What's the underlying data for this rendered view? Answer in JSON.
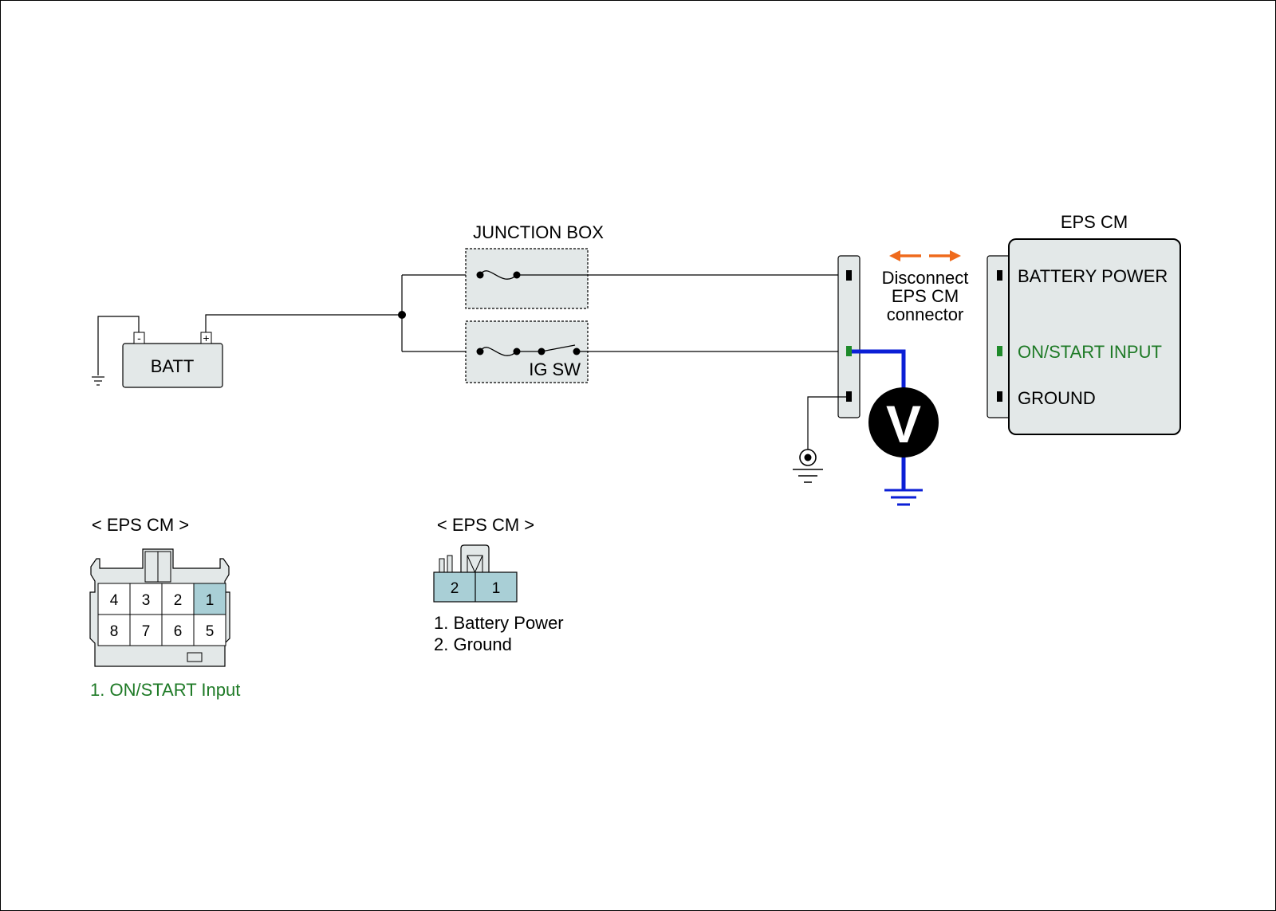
{
  "colors": {
    "component_fill": "#e3e8e8",
    "highlight_fill": "#a9cfd6",
    "measurement_wire": "#0b1fd6",
    "arrow": "#ef6a1c",
    "green_text": "#1e7a26",
    "green_terminal": "#1e8a2a"
  },
  "battery": {
    "label": "BATT",
    "neg": "-",
    "pos": "+",
    "ground_icon": "ground-icon"
  },
  "junction_box": {
    "title": "JUNCTION BOX",
    "ig_label": "IG SW"
  },
  "disconnect_note": [
    "Disconnect",
    "EPS CM",
    "connector"
  ],
  "meter": {
    "symbol": "V"
  },
  "eps_cm": {
    "title": "EPS CM",
    "pins": [
      "BATTERY POWER",
      "ON/START INPUT",
      "GROUND"
    ]
  },
  "connector_8pin": {
    "title": "< EPS CM >",
    "cells": [
      "4",
      "3",
      "2",
      "1",
      "8",
      "7",
      "6",
      "5"
    ],
    "highlighted": "1",
    "legend": [
      "1. ON/START Input"
    ]
  },
  "connector_2pin": {
    "title": "< EPS CM >",
    "cells": [
      "2",
      "1"
    ],
    "legend": [
      "1. Battery Power",
      "2. Ground"
    ]
  }
}
